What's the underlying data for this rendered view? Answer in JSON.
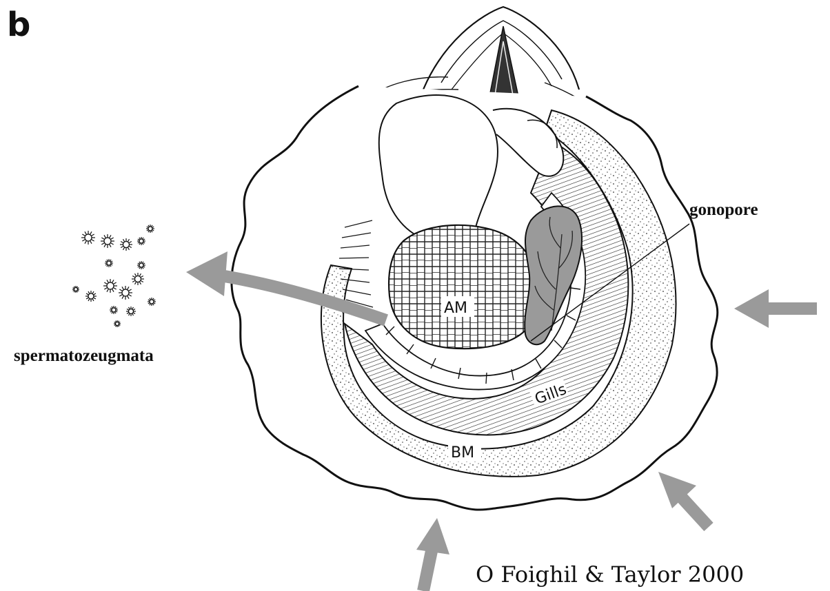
{
  "figure": {
    "panel_letter": "b",
    "labels": {
      "gonopore": "gonopore",
      "spermatozeugmata": "spermatozeugmata",
      "adductor": "AM",
      "gills": "Gills",
      "mantle": "BM"
    },
    "citation": "O Foighil & Taylor 2000"
  }
}
